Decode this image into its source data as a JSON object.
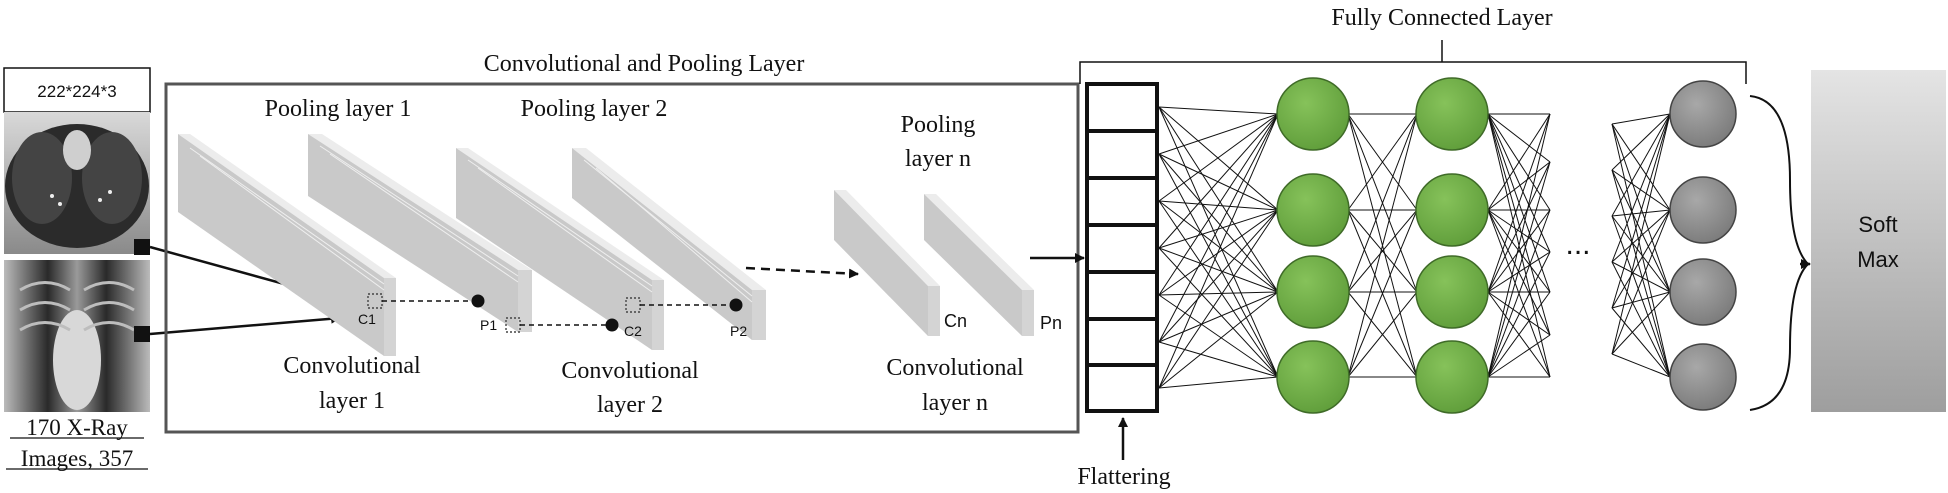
{
  "input": {
    "size_label": "222*224*3",
    "caption_line1": "170 X-Ray",
    "caption_line2": "Images, 357"
  },
  "conv_block": {
    "title": "Convolutional and Pooling Layer",
    "pool1": "Pooling layer 1",
    "pool2": "Pooling layer 2",
    "pooln_line1": "Pooling",
    "pooln_line2": "layer n",
    "conv1_line1": "Convolutional",
    "conv1_line2": "layer 1",
    "conv2_line1": "Convolutional",
    "conv2_line2": "layer 2",
    "convn_line1": "Convolutional",
    "convn_line2": "layer n",
    "tags": {
      "c1": "C1",
      "p1": "P1",
      "c2": "C2",
      "p2": "P2",
      "cn": "Cn",
      "pn": "Pn"
    }
  },
  "fc": {
    "title": "Fully Connected Layer",
    "flatten_label": "Flattering",
    "ellipsis": "...",
    "softmax_line1": "Soft",
    "softmax_line2": "Max"
  },
  "colors": {
    "green_node": "#70ad47",
    "gray_node": "#8c8c8c",
    "stack_face": "#d4d4d4"
  }
}
